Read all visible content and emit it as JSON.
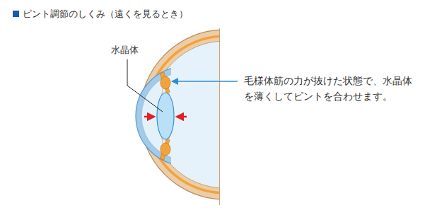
{
  "diagram": {
    "title": "ピント調節のしくみ（遠くを見るとき）",
    "labels": [
      "水晶体",
      "毛様体筋の力が抜けた状態で、水晶体を薄くしてピントを合わせます。"
    ]
  }
}
